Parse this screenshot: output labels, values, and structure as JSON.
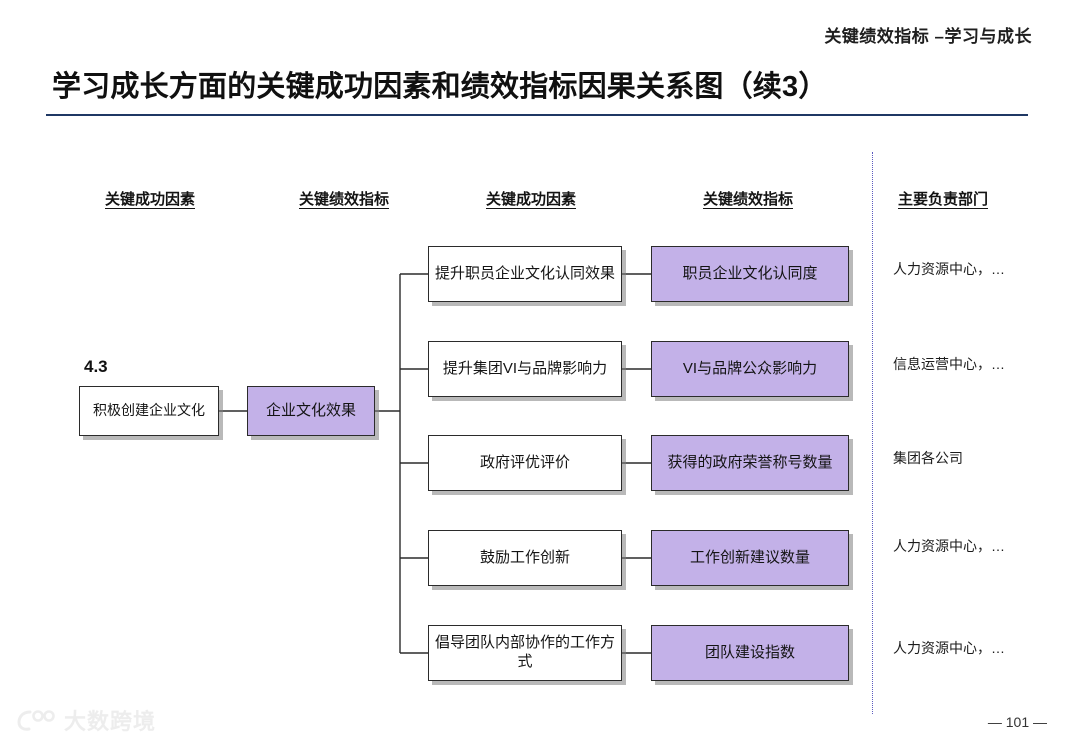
{
  "header": {
    "eyebrow": "关键绩效指标 –学习与成长",
    "title": "学习成长方面的关键成功因素和绩效指标因果关系图（续3）"
  },
  "columns": {
    "headers": [
      "关键成功因素",
      "关键绩效指标",
      "关键成功因素",
      "关键绩效指标",
      "主要负责部门"
    ]
  },
  "root": {
    "number": "4.3",
    "csf_label": "积极创建企业文化",
    "kpi_label": "企业文化效果"
  },
  "rows": [
    {
      "csf": "提升职员企业文化认同效果",
      "kpi": "职员企业文化认同度",
      "department": "人力资源中心，…"
    },
    {
      "csf": "提升集团VI与品牌影响力",
      "kpi": "VI与品牌公众影响力",
      "department": "信息运营中心，…"
    },
    {
      "csf": "政府评优评价",
      "kpi": "获得的政府荣誉称号数量",
      "department": "集团各公司"
    },
    {
      "csf": "鼓励工作创新",
      "kpi": "工作创新建议数量",
      "department": "人力资源中心，…"
    },
    {
      "csf": "倡导团队内部协作的工作方式",
      "kpi": "团队建设指数",
      "department": "人力资源中心，…"
    }
  ],
  "footer": {
    "page_number": "— 101 —",
    "watermark_text": "大数跨境"
  },
  "colors": {
    "kpi_fill": "#c3b1e8",
    "csf_fill": "#ffffff",
    "rule": "#1f3864",
    "divider": "#5b5bc0",
    "border": "#2b2b2b"
  }
}
